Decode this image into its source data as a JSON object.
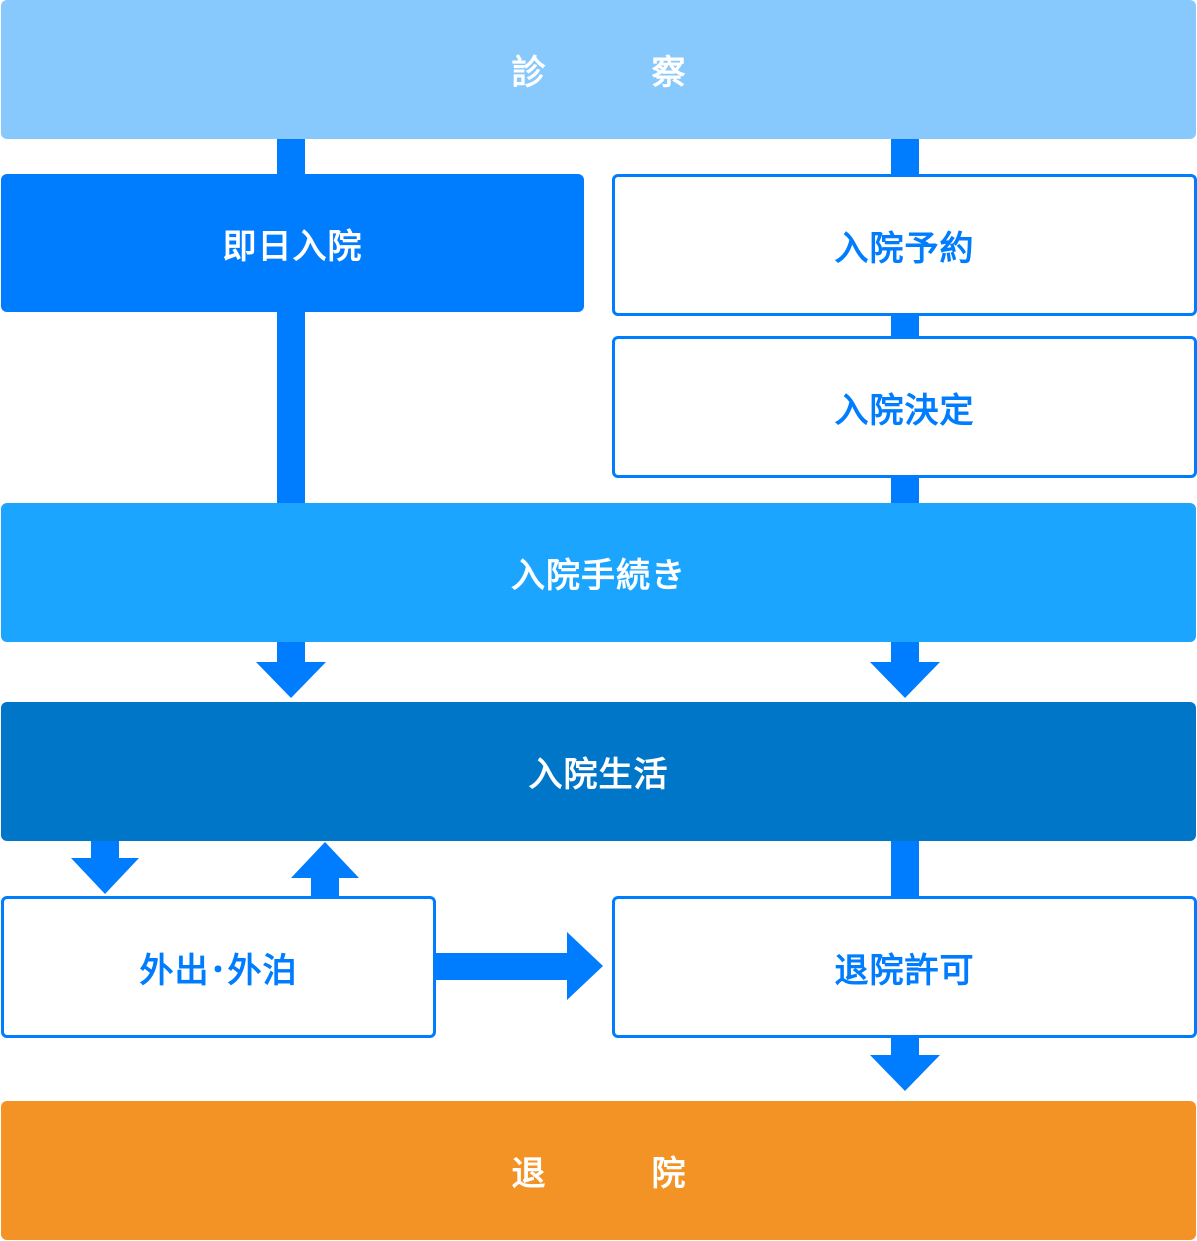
{
  "steps": {
    "consultation": "診　察",
    "same_day_admission": "即日入院",
    "admission_reservation": "入院予約",
    "admission_decision": "入院決定",
    "admission_procedure": "入院手続き",
    "hospital_life": "入院生活",
    "outing_overnight": "外出･外泊",
    "discharge_permission": "退院許可",
    "discharge": "退　院"
  },
  "colors": {
    "consultation": "#87c9fc",
    "same_day_admission": "#007cff",
    "admission_procedure": "#1ca5ff",
    "hospital_life": "#0076c9",
    "discharge": "#f39325",
    "outline_border": "#007cff",
    "connector": "#007cff"
  }
}
